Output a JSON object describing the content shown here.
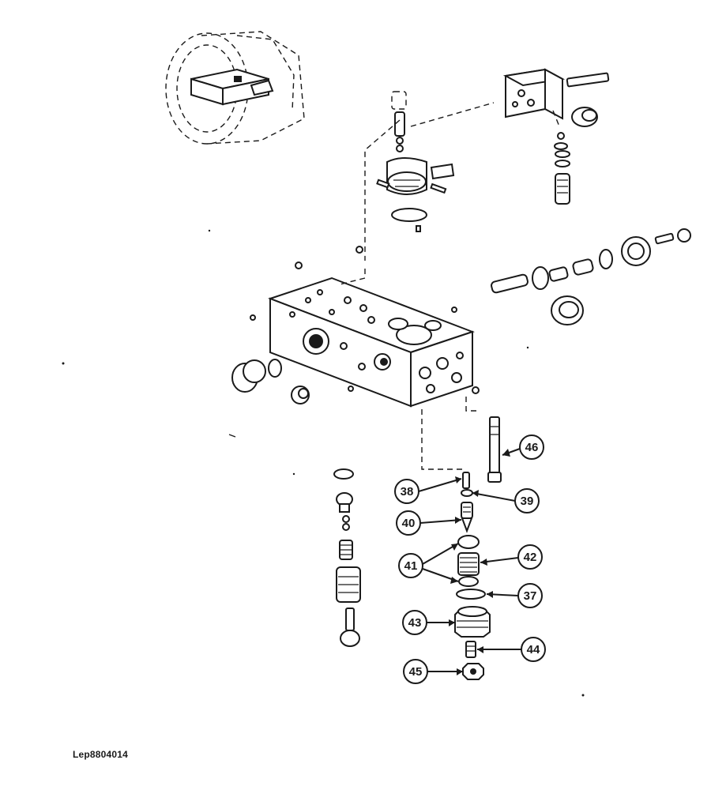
{
  "figure_reference": "Lep8804014",
  "callouts": [
    {
      "label": "46"
    },
    {
      "label": "38"
    },
    {
      "label": "39"
    },
    {
      "label": "40"
    },
    {
      "label": "41"
    },
    {
      "label": "42"
    },
    {
      "label": "37"
    },
    {
      "label": "43"
    },
    {
      "label": "44"
    },
    {
      "label": "45"
    }
  ]
}
